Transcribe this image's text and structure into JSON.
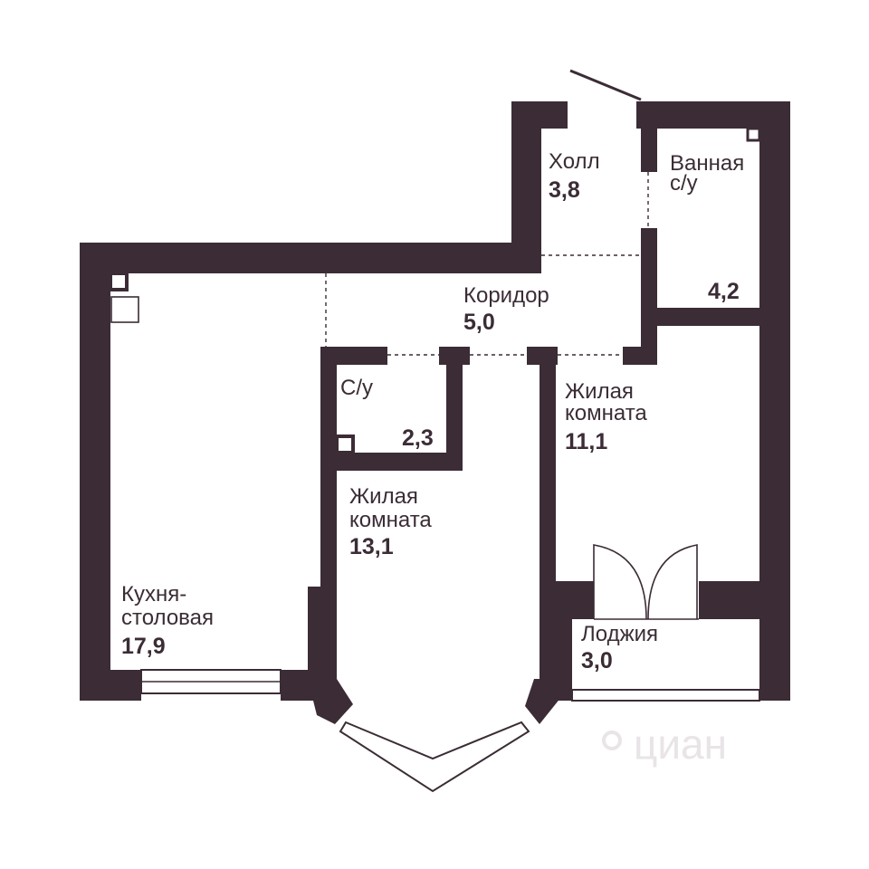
{
  "plan": {
    "colors": {
      "wall": "#3b2c36",
      "background": "#ffffff"
    },
    "rooms": [
      {
        "name": "Холл",
        "area": "3,8"
      },
      {
        "name": "Ванная",
        "name2": "с/у",
        "area": "4,2"
      },
      {
        "name": "Коридор",
        "area": "5,0"
      },
      {
        "name": "С/у",
        "area": "2,3"
      },
      {
        "name": "Жилая",
        "name2": "комната",
        "area": "11,1"
      },
      {
        "name": "Жилая",
        "name2": "комната",
        "area": "13,1"
      },
      {
        "name": "Кухня-",
        "name2": "столовая",
        "area": "17,9"
      },
      {
        "name": "Лоджия",
        "area": "3,0"
      }
    ],
    "watermark": "циан"
  }
}
